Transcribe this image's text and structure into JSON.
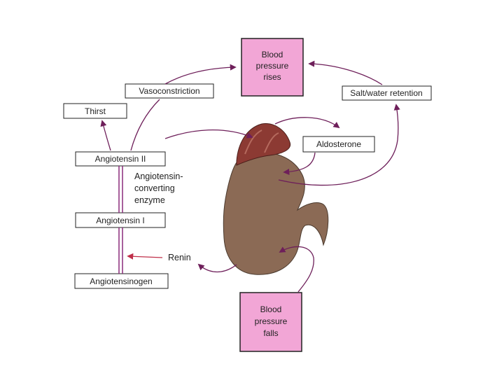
{
  "bp_rises": {
    "line1": "Blood",
    "line2": "pressure",
    "line3": "rises"
  },
  "bp_falls": {
    "line1": "Blood",
    "line2": "pressure",
    "line3": "falls"
  },
  "vasoconstriction": "Vasoconstriction",
  "salt_water_retention": "Salt/water retention",
  "thirst": "Thirst",
  "aldosterone": "Aldosterone",
  "angiotensin_ii": "Angiotensin II",
  "angiotensin_i": "Angiotensin I",
  "angiotensinogen": "Angiotensinogen",
  "ace": {
    "line1": "Angiotensin-",
    "line2": "converting",
    "line3": "enzyme"
  },
  "renin": "Renin",
  "colors": {
    "pink_box": "#f2a6d6",
    "arrow": "#6e1f5a",
    "kidney": "#8b6a55",
    "adrenal": "#8c3a33",
    "chain_line": "#8a2a7a",
    "renin_arrow": "#c0304a"
  }
}
